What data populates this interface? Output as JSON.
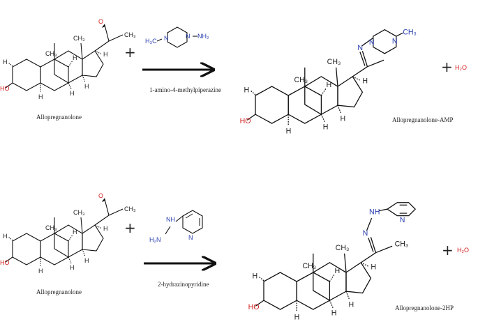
{
  "reactions": [
    {
      "reactant_label": "Allopregnanolone",
      "reagent_label": "1-amino-4-methylpiperazine",
      "product_label": "Allopregnanolone-AMP",
      "byproduct": "H₂O"
    },
    {
      "reactant_label": "Allopregnanolone",
      "reagent_label": "2-hydrazinopyridine",
      "product_label": "Allopregnanolone-2HP",
      "byproduct": "H₂O"
    }
  ],
  "atoms": {
    "oxygen": "O",
    "hydroxyl": "HO",
    "methyl": "CH₃",
    "methyl_left": "H₃C",
    "hydrogen": "H",
    "nitrogen": "N",
    "amine_h": "NH",
    "amine_nh2": "NH₂",
    "amine_h2n": "H₂N"
  },
  "symbols": {
    "plus": "+"
  },
  "colors": {
    "heteroatom_n": "#2a3fb0",
    "heteroatom_o": "#d22020",
    "bond": "#111111"
  }
}
